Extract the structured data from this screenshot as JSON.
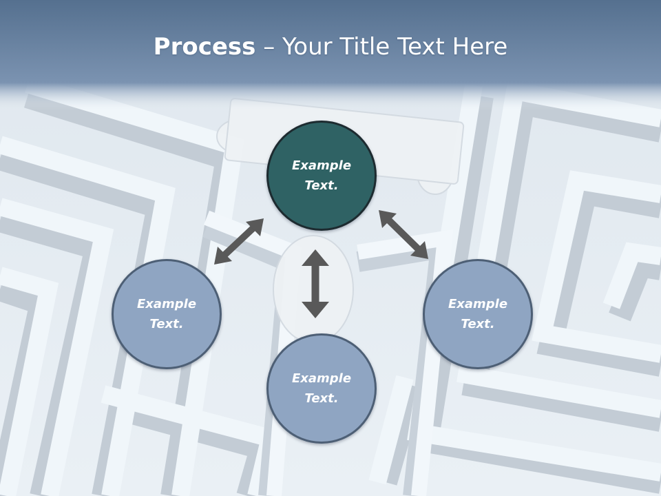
{
  "title": {
    "bold": "Process",
    "separator": " – ",
    "rest": "Your Title Text Here"
  },
  "nodes": {
    "center": {
      "line1": "Example",
      "line2": "Text."
    },
    "left": {
      "line1": "Example",
      "line2": "Text."
    },
    "right": {
      "line1": "Example",
      "line2": "Text."
    },
    "bottom": {
      "line1": "Example",
      "line2": "Text."
    }
  },
  "colors": {
    "header": "#5a7392",
    "center_fill": "#2f6264",
    "side_fill": "#8fa5c2",
    "arrow": "#595959"
  }
}
